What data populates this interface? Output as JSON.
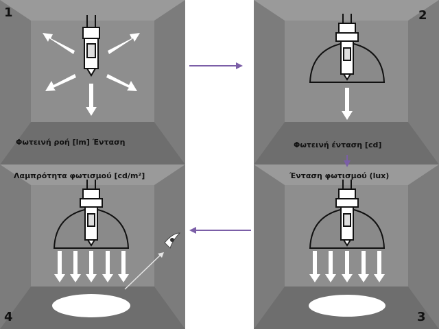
{
  "panels": [
    {
      "number": "1",
      "caption": "Φωτεινή ροή [lm] Ένταση"
    },
    {
      "number": "2",
      "caption": "Φωτεινή ένταση [cd]"
    },
    {
      "number": "3",
      "caption": "Ένταση φωτισμού (lux)"
    },
    {
      "number": "4",
      "caption": "Λαμπρότητα φωτισμού [cd/m²]"
    }
  ],
  "colors": {
    "room_wall": "#8e8e8e",
    "room_floor": "#6e6e6e",
    "room_side": "#7c7c7c",
    "ray": "#ffffff",
    "flow_arrow": "#7b5ea7",
    "lit_area": "#ffffff"
  },
  "icons": [
    "bare-lamp-icon",
    "reflector-lamp-icon",
    "light-ray-arrow-icon",
    "eye-icon",
    "flow-arrow-icon"
  ]
}
